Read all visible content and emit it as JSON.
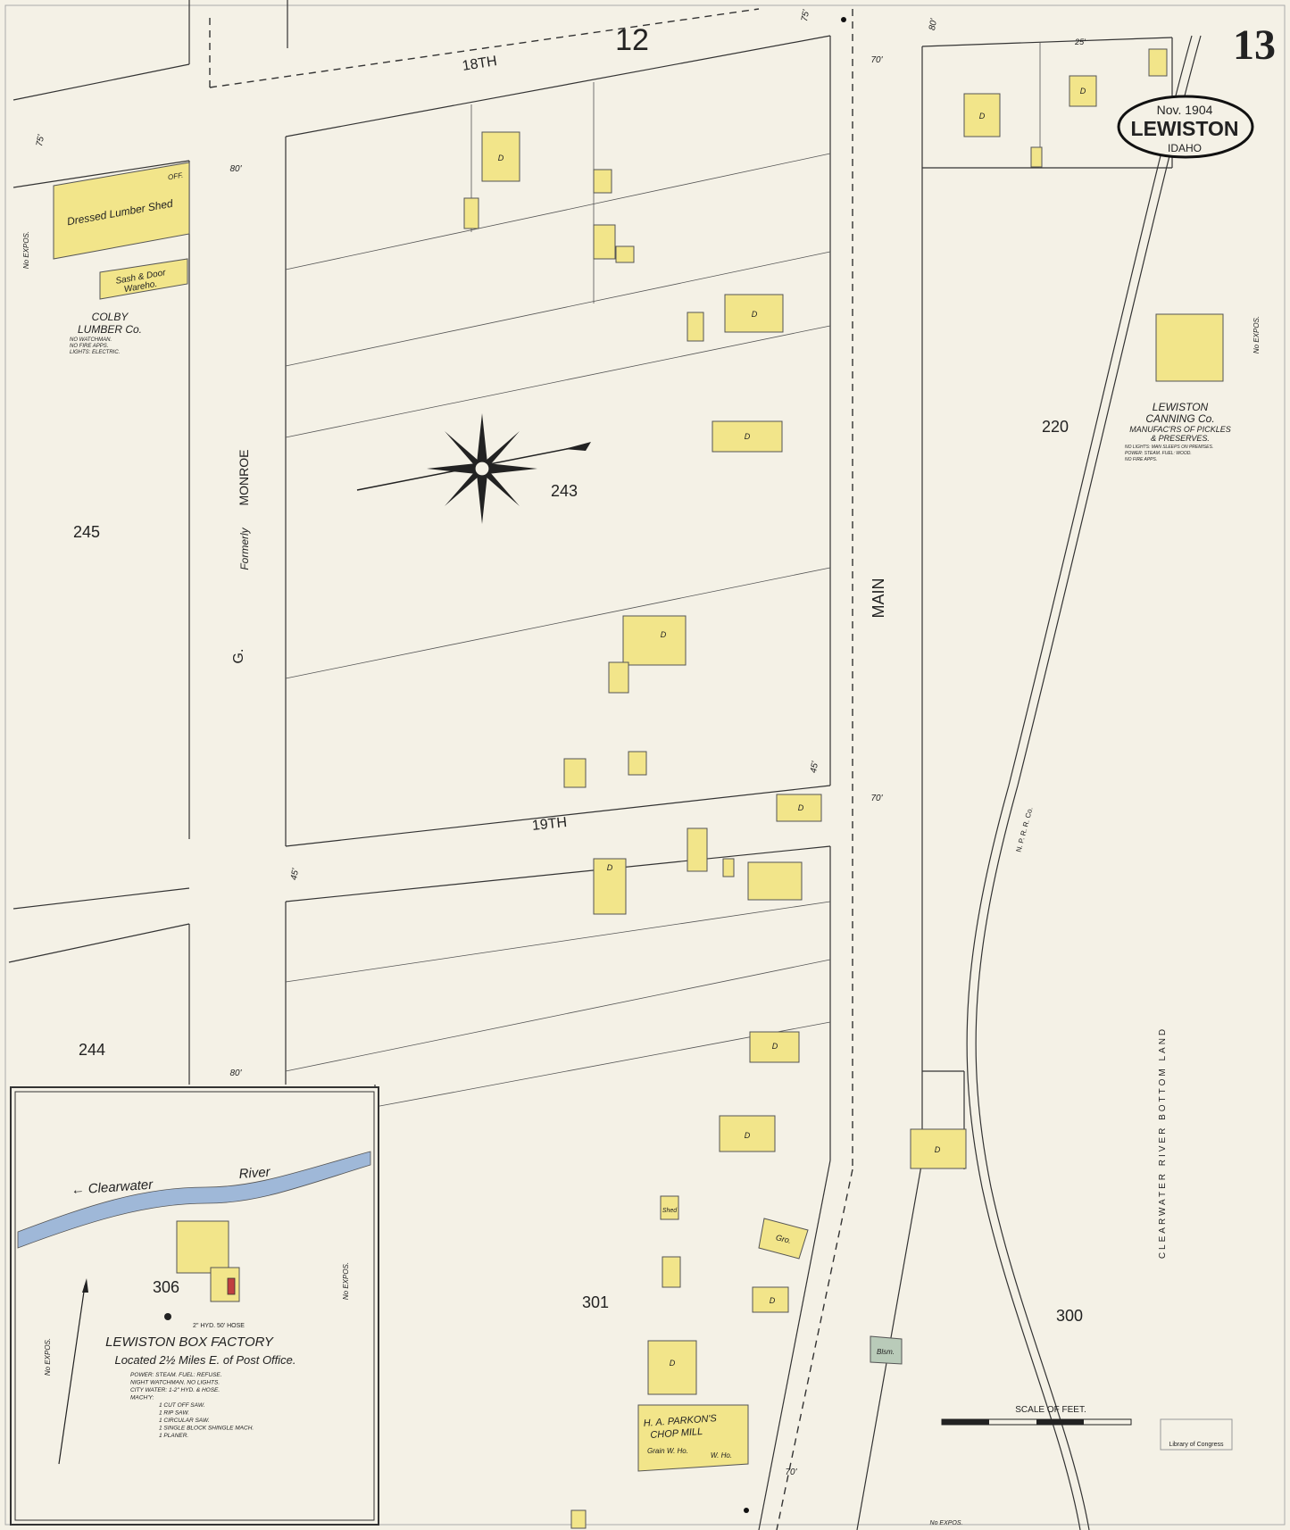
{
  "sheet": {
    "number": "13",
    "adjacent_sheet": "12",
    "date": "Nov. 1904",
    "city": "LEWISTON",
    "state": "IDAHO"
  },
  "streets": {
    "st18": "18TH",
    "st19": "19TH",
    "main": "MAIN",
    "g_street": "G.",
    "g_formerly": "Formerly",
    "monroe": "MONROE"
  },
  "blocks": {
    "b245": "245",
    "b244": "244",
    "b243": "243",
    "b220": "220",
    "b301": "301",
    "b300": "300",
    "b306": "306",
    "b12": "12"
  },
  "businesses": {
    "colby_name_1": "COLBY",
    "colby_name_2": "LUMBER Co.",
    "colby_note_1": "NO WATCHMAN.",
    "colby_note_2": "NO FIRE APPS.",
    "colby_note_3": "LIGHTS: ELECTRIC.",
    "dressed_lumber": "Dressed Lumber Shed",
    "sash_door_1": "Sash & Door",
    "sash_door_2": "Wareho.",
    "off": "OFF.",
    "canning_1": "LEWISTON",
    "canning_2": "CANNING Co.",
    "canning_3": "MANUFAC'RS OF PICKLES",
    "canning_4": "& PRESERVES.",
    "canning_note_1": "NO LIGHTS: MAN SLEEPS ON PREMISES.",
    "canning_note_2": "POWER: STEAM. FUEL: WOOD.",
    "canning_note_3": "NO FIRE APPS.",
    "chop_1": "H. A. PARKON'S",
    "chop_2": "CHOP MILL",
    "grain_wh": "Grain W. Ho.",
    "w_ho": "W. Ho.",
    "gro": "Gro.",
    "blsm": "Blsm.",
    "shed": "Shed"
  },
  "inset": {
    "river": "Clearwater",
    "river2": "River",
    "title": "LEWISTON BOX FACTORY",
    "location": "Located 2½ Miles E. of Post Office.",
    "notes": [
      "POWER: STEAM. FUEL: REFUSE.",
      "NIGHT WATCHMAN. NO LIGHTS.",
      "CITY WATER: 1-2\" HYD. & HOSE.",
      "MACH'Y:",
      "1 CUT OFF SAW.",
      "1 RIP SAW.",
      "1 CIRCULAR SAW.",
      "1 SINGLE BLOCK SHINGLE MACH.",
      "1 PLANER."
    ],
    "hydrant": "2\" HYD. 50' HOSE"
  },
  "labels": {
    "no_expos": "No EXPOS.",
    "bottom_land": "CLEARWATER RIVER BOTTOM LAND",
    "scale": "SCALE OF FEET.",
    "railroad": "N. P. R. R. Co.",
    "library": "Library of Congress",
    "dim_80": "80'",
    "dim_70": "70'",
    "dim_75": "75'",
    "dim_45": "45'",
    "dim_25": "25'",
    "dwelling": "D"
  },
  "colors": {
    "paper": "#f4f1e6",
    "building": "#f2e58a",
    "river": "#9fb8d8",
    "blacksmith": "#b9cbb9"
  }
}
